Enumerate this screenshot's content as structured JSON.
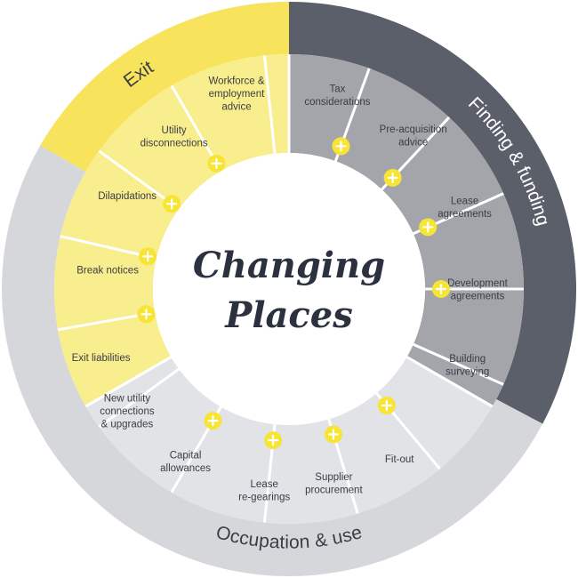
{
  "center": {
    "line1": "Changing",
    "line2": "Places"
  },
  "colors": {
    "exit_outer": "#f7e45c",
    "exit_inner": "#f9ee8e",
    "finding_outer": "#5b5f69",
    "finding_inner": "#a3a5ab",
    "occupation_outer": "#d6d7da",
    "occupation_inner": "#e2e3e6",
    "plus": "#f7e435",
    "text_dark": "#3a3d44"
  },
  "sections": [
    {
      "id": "finding",
      "label": "Finding & funding",
      "label_color": "#ffffff",
      "outer_color": "#5b5f69",
      "inner_color": "#a3a5ab",
      "segments": [
        {
          "label_lines": [
            "Tax",
            "considerations"
          ]
        },
        {
          "label_lines": [
            "Pre-acquisition",
            "advice"
          ]
        },
        {
          "label_lines": [
            "Lease",
            "agreements"
          ]
        },
        {
          "label_lines": [
            "Development",
            "agreements"
          ]
        },
        {
          "label_lines": [
            "Building",
            "surveying"
          ]
        }
      ]
    },
    {
      "id": "occupation",
      "label": "Occupation & use",
      "label_color": "#3a3d44",
      "outer_color": "#d6d7da",
      "inner_color": "#e2e3e6",
      "segments": [
        {
          "label_lines": [
            "Fit-out"
          ]
        },
        {
          "label_lines": [
            "Supplier",
            "procurement"
          ]
        },
        {
          "label_lines": [
            "Lease",
            "re-gearings"
          ]
        },
        {
          "label_lines": [
            "Capital",
            "allowances"
          ]
        },
        {
          "label_lines": [
            "New utility",
            "connections",
            "& upgrades"
          ]
        }
      ]
    },
    {
      "id": "exit",
      "label": "Exit",
      "label_color": "#3a3d44",
      "outer_color": "#f7e45c",
      "inner_color": "#f9ee8e",
      "segments": [
        {
          "label_lines": [
            "Exit liabilities"
          ]
        },
        {
          "label_lines": [
            "Break notices"
          ]
        },
        {
          "label_lines": [
            "Dilapidations"
          ]
        },
        {
          "label_lines": [
            "Utility",
            "disconnections"
          ]
        },
        {
          "label_lines": [
            "Workforce &",
            "employment",
            "advice"
          ]
        }
      ]
    }
  ]
}
